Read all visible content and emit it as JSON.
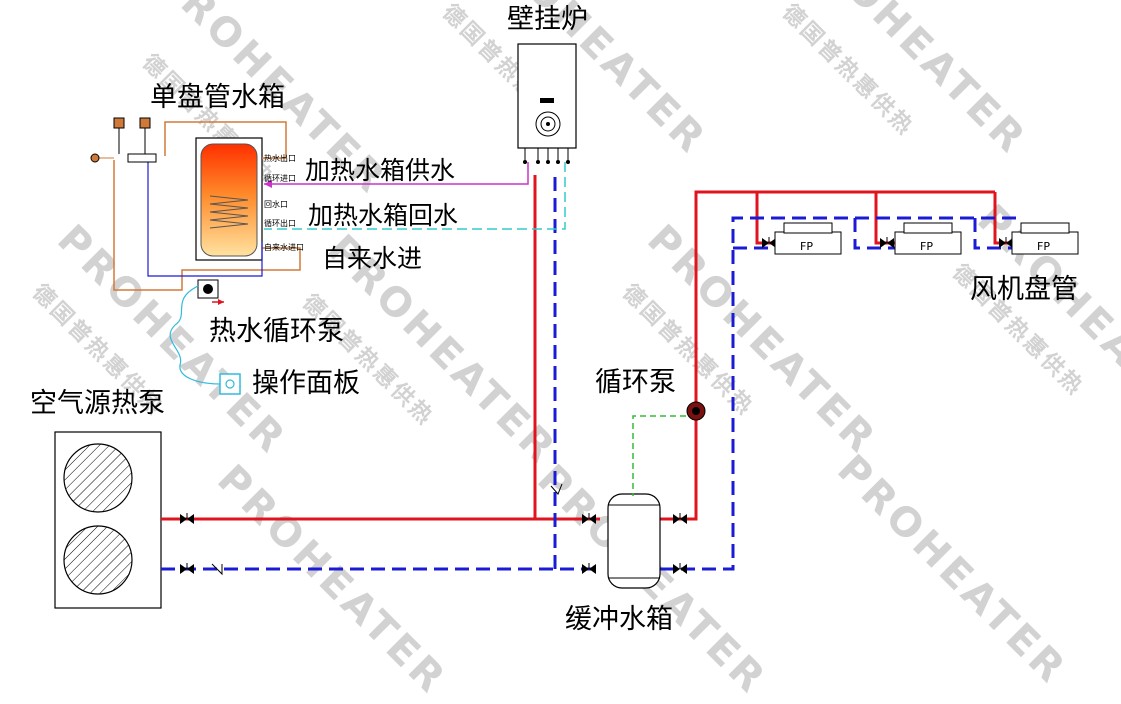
{
  "labels": {
    "boiler": "壁挂炉",
    "tank": "单盘管水箱",
    "heat_supply": "加热水箱供水",
    "heat_return": "加热水箱回水",
    "tap_water": "自来水进",
    "hw_pump": "热水循环泵",
    "panel": "操作面板",
    "heat_pump": "空气源热泵",
    "circ_pump": "循环泵",
    "buffer_tank": "缓冲水箱",
    "fan_coil": "风机盘管"
  },
  "tank_ports": {
    "hot_out": "热水出口",
    "circ_in": "循环进口",
    "ret": "回水口",
    "circ_out": "循环出口",
    "cold_in": "自来水进口"
  },
  "fp_label": "FP",
  "watermark": {
    "brand": "PROHEATER",
    "cn": "德国普热惠供热"
  },
  "colors": {
    "supply": "#e0141e",
    "return": "#1b1bd6",
    "heating_supply": "#cc33cc",
    "heating_return": "#33cccc",
    "dhw": "#d07a3a",
    "control": "#33bbdd",
    "signal": "#33bb33"
  }
}
